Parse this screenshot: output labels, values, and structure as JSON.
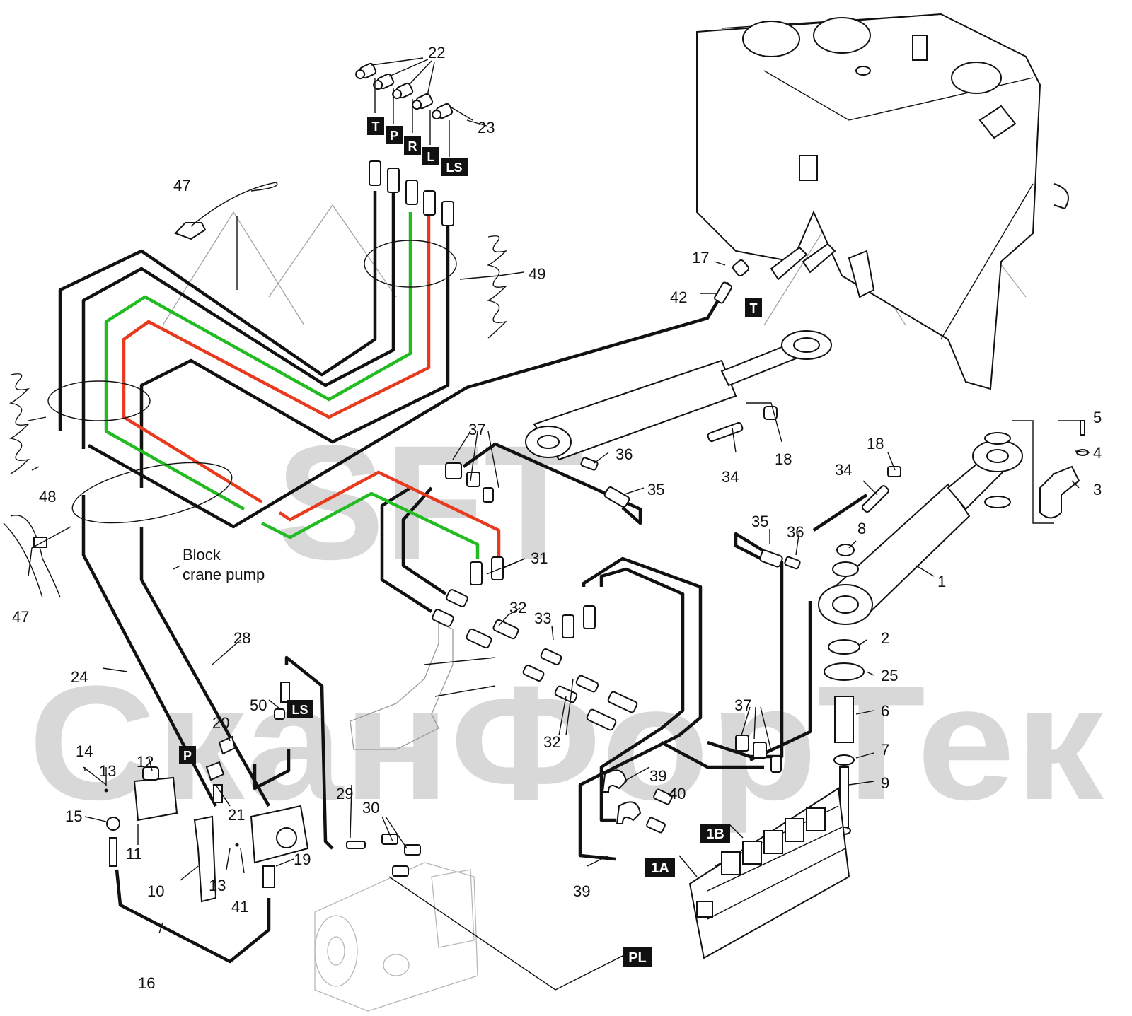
{
  "watermark": {
    "logo": "SFT",
    "text": "СканФорТек"
  },
  "notes": {
    "block_line1": "Block",
    "block_line2": "crane pump"
  },
  "port_tags": {
    "T_top": "T",
    "P_top": "P",
    "R_top": "R",
    "L_top": "L",
    "LS_top": "LS",
    "T_frame": "T",
    "LS_mid": "LS",
    "P_mid": "P",
    "1B": "1B",
    "1A": "1A",
    "PL": "PL"
  },
  "part_numbers": {
    "n1": "1",
    "n2": "2",
    "n3": "3",
    "n4": "4",
    "n5": "5",
    "n6": "6",
    "n7": "7",
    "n8": "8",
    "n9": "9",
    "n10": "10",
    "n11": "11",
    "n12": "12",
    "n13a": "13",
    "n13b": "13",
    "n14": "14",
    "n15": "15",
    "n16": "16",
    "n17": "17",
    "n18a": "18",
    "n18b": "18",
    "n19": "19",
    "n20": "20",
    "n21": "21",
    "n22": "22",
    "n23": "23",
    "n24": "24",
    "n25": "25",
    "n28": "28",
    "n29": "29",
    "n30": "30",
    "n31": "31",
    "n32a": "32",
    "n32b": "32",
    "n33": "33",
    "n34a": "34",
    "n34b": "34",
    "n35a": "35",
    "n35b": "35",
    "n36a": "36",
    "n36b": "36",
    "n37a": "37",
    "n37b": "37",
    "n39a": "39",
    "n39b": "39",
    "n40": "40",
    "n41": "41",
    "n42": "42",
    "n47a": "47",
    "n47b": "47",
    "n48": "48",
    "n49": "49",
    "n50": "50"
  },
  "colors": {
    "green_hose": "#22bb22",
    "red_hose": "#e83a1e",
    "black": "#111111",
    "watermark": "#d4d4d4"
  }
}
